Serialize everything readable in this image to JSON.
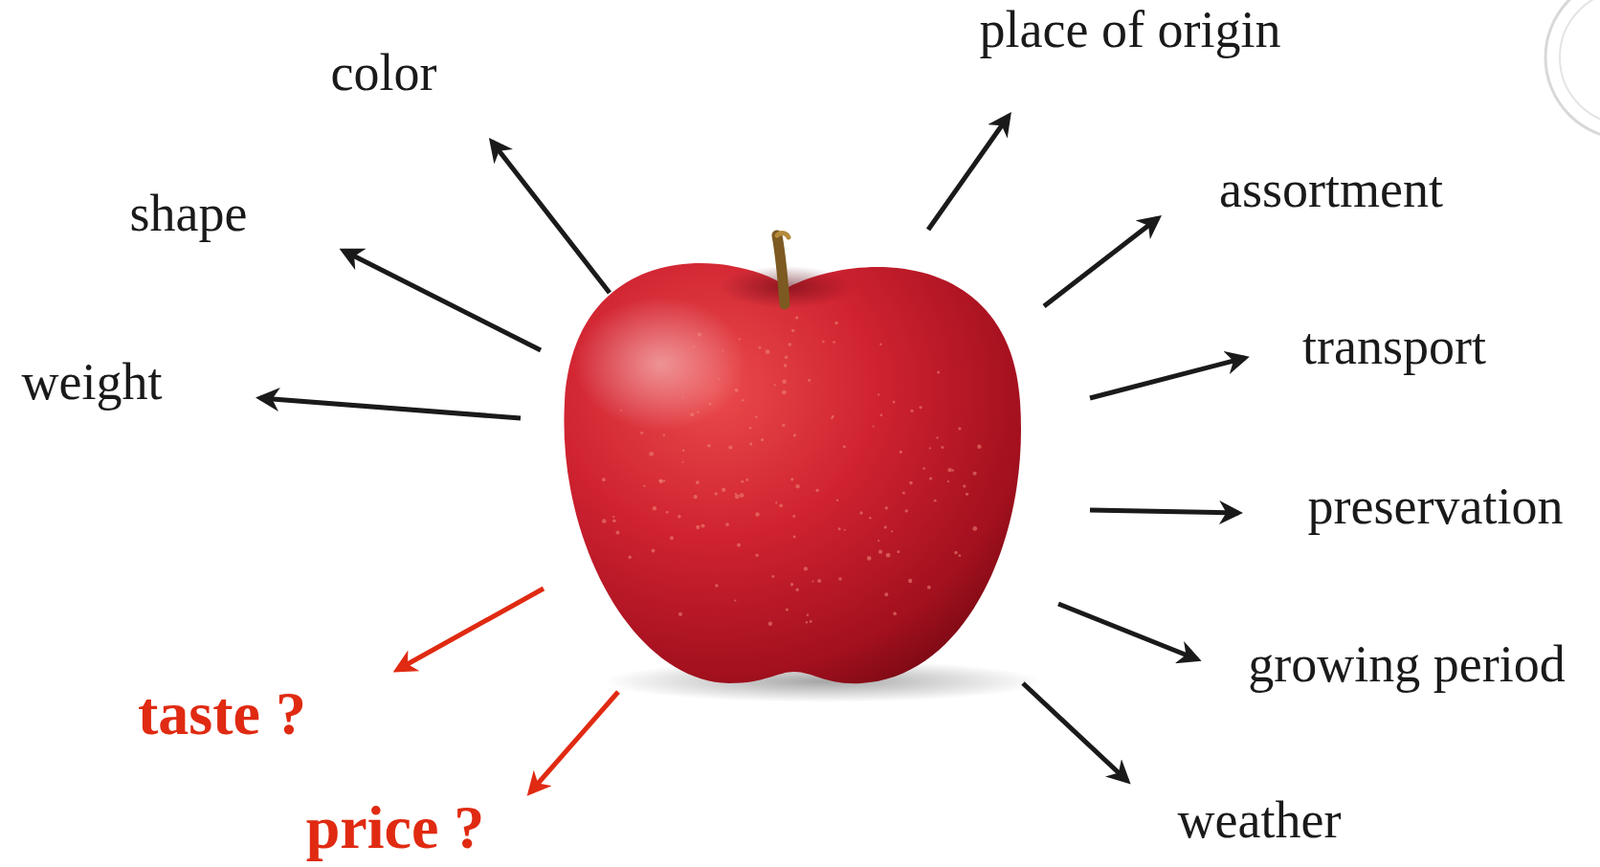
{
  "diagram": {
    "labels": [
      "color",
      "shape",
      "weight",
      "taste ?",
      "price ?",
      "place of origin",
      "assortment",
      "transport",
      "preservation",
      "growing period",
      "weather"
    ]
  }
}
